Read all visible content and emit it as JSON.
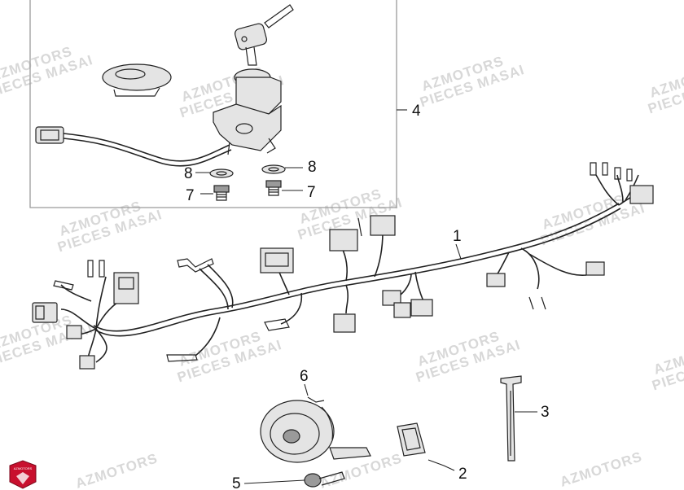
{
  "watermarks": [
    {
      "line1": "AZMOTORS",
      "line2": "PIECES MASAI"
    }
  ],
  "callouts": {
    "harness": "1",
    "bracket": "2",
    "strap": "3",
    "ignition_switch": "4",
    "bolt": "5",
    "horn": "6",
    "screw_left": "7",
    "screw_right": "7",
    "washer_left": "8",
    "washer_right": "8"
  },
  "logo": {
    "text": "AZMOTORS"
  },
  "colors": {
    "logo_red": "#c8102e",
    "line": "#222222",
    "watermark": "#d8d8d8",
    "inset_border": "#9a9a9a"
  }
}
